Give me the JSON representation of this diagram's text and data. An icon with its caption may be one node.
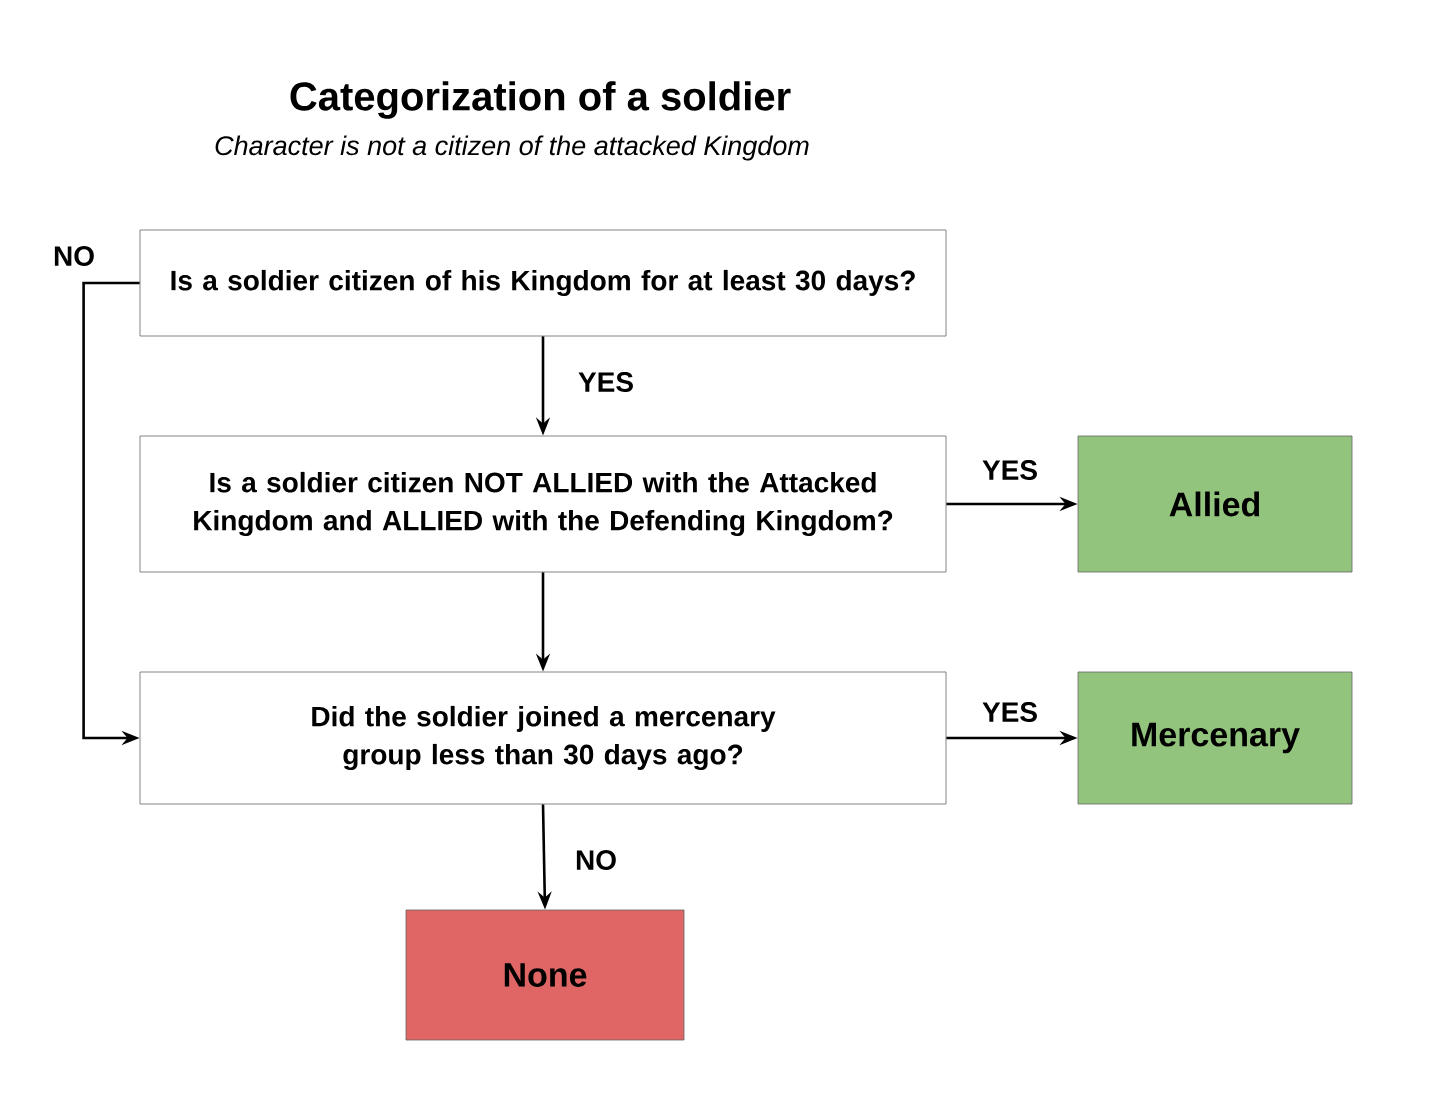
{
  "diagram": {
    "title": "Categorization of a soldier",
    "caption": "Character is not a citizen of the attacked Kingdom",
    "nodes": [
      {
        "text": [
          "Is a soldier citizen of his Kingdom for at least 30 days?"
        ]
      },
      {
        "text": [
          "Is a soldier citizen NOT ALLIED with the Attacked Kingdom and ALLIED with the Defending Kingdom?"
        ]
      },
      {
        "text": [
          "Did the soldier joined a mercenary group less than 30 days ago?"
        ]
      },
      {
        "text": [
          "Allied"
        ]
      },
      {
        "text": [
          "Mercenary"
        ]
      },
      {
        "text": [
          "None"
        ]
      }
    ],
    "edges": [
      {
        "from": 0,
        "to": 1,
        "arrow": "to",
        "label": "YES"
      },
      {
        "from": 1,
        "to": 3,
        "arrow": "to",
        "label": "YES"
      },
      {
        "from": 1,
        "to": 2,
        "arrow": "to"
      },
      {
        "from": 2,
        "to": 4,
        "arrow": "to",
        "label": "YES"
      },
      {
        "from": 2,
        "to": 5,
        "arrow": "to",
        "label": "NO"
      },
      {
        "from": 0,
        "to": 2,
        "arrow": "to",
        "label": "NO"
      }
    ]
  }
}
